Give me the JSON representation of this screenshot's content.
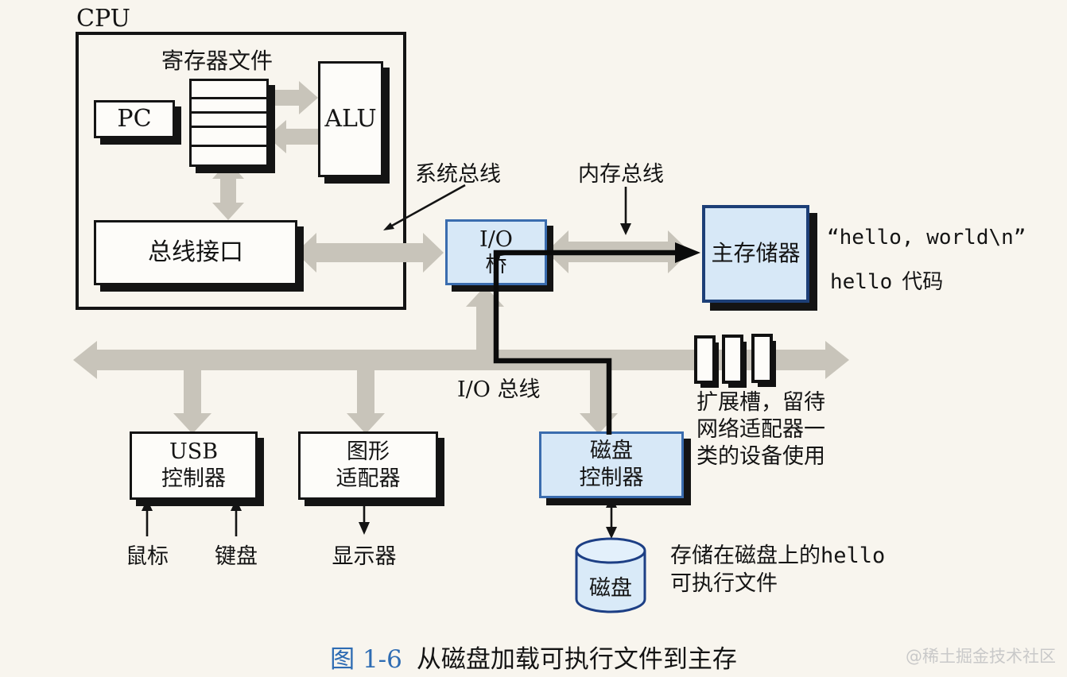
{
  "colors": {
    "page_bg": "#f8f5ee",
    "arrow_gray": "#c8c4ba",
    "box_blue_fill": "#d7e8f7",
    "blue_border": "#3a6cae",
    "memory_border": "#1d3f77",
    "ink": "#141414",
    "caption_blue": "#2e6cb3",
    "watermark_gray": "#c9c9c9"
  },
  "cpu": {
    "title": "CPU",
    "register_file": "寄存器文件",
    "pc": "PC",
    "alu": "ALU",
    "bus_interface": "总线接口"
  },
  "buses": {
    "system_bus": "系统总线",
    "memory_bus": "内存总线",
    "io_bus": "I/O 总线"
  },
  "io_bridge": {
    "line1": "I/O",
    "line2": "桥"
  },
  "main_memory": {
    "label": "主存储器",
    "string_literal": "“hello, world\\n”",
    "code_note_mono": "hello",
    "code_note_cjk": "代码"
  },
  "devices": {
    "usb_controller": {
      "line1": "USB",
      "line2": "控制器"
    },
    "graphics_adapter": {
      "line1": "图形",
      "line2": "适配器"
    },
    "disk_controller": {
      "line1": "磁盘",
      "line2": "控制器"
    },
    "disk": "磁盘",
    "mouse": "鼠标",
    "keyboard": "键盘",
    "display": "显示器"
  },
  "notes": {
    "expansion": [
      "扩展槽，留待",
      "网络适配器一",
      "类的设备使用"
    ],
    "disk_prefix": "存储在磁盘上的",
    "disk_code": "hello",
    "disk_line2": "可执行文件"
  },
  "caption": {
    "tag": "图 1-6",
    "text": "从磁盘加载可执行文件到主存"
  },
  "watermark": "@稀土掘金技术社区"
}
